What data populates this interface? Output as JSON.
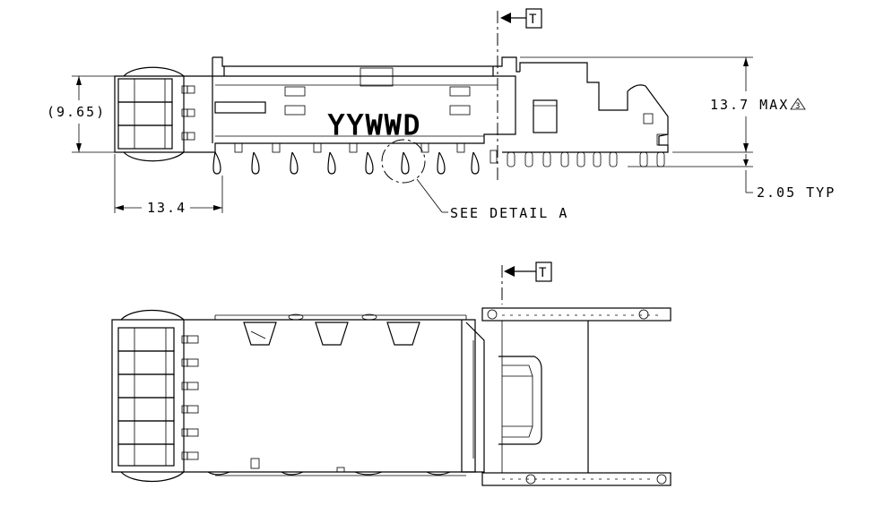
{
  "top_view": {
    "datum_label": "T",
    "marking_text": "YYWWD",
    "dim_height_ref": "(9.65)",
    "dim_length": "13.4",
    "dim_height_max": "13.7 MAX",
    "dim_height_max_note": "3",
    "dim_pin_length": "2.05 TYP",
    "callout_detail": "SEE DETAIL  A"
  },
  "bottom_view": {
    "datum_label": "T"
  }
}
